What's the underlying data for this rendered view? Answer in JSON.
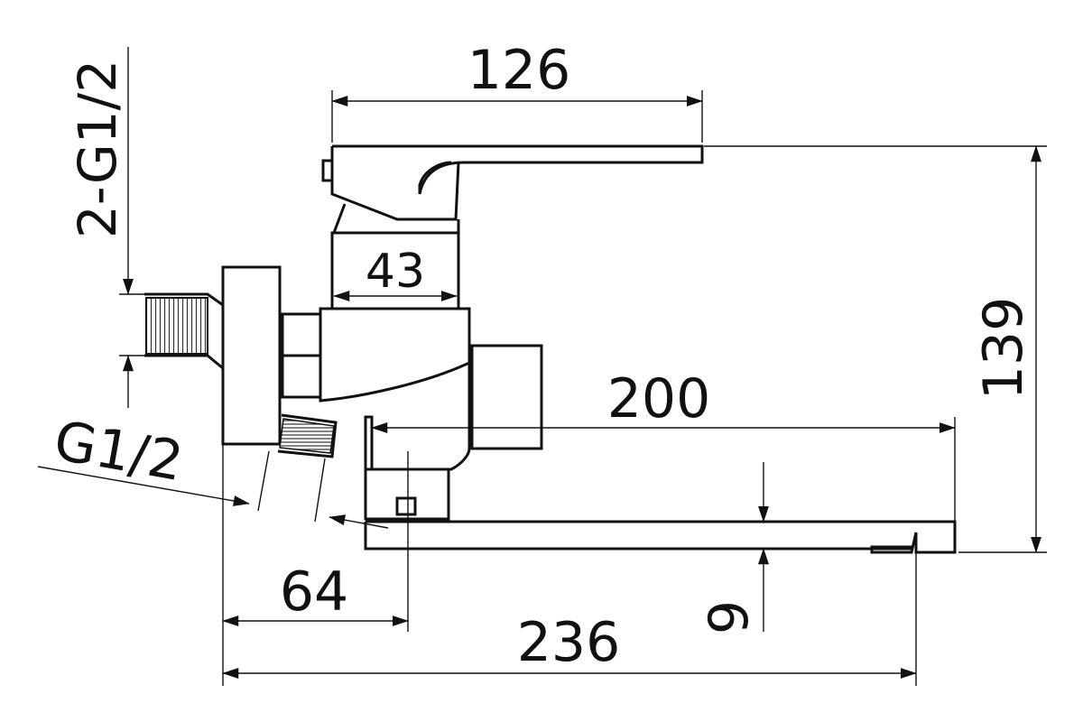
{
  "dimensions": {
    "handle_length": "126",
    "body_width": "43",
    "spout_reach": "200",
    "overall_height": "139",
    "overall_length": "236",
    "wall_to_spout": "64",
    "spout_thickness": "9",
    "inlet_thread": "2-G1/2",
    "outlet_thread": "G1/2"
  }
}
